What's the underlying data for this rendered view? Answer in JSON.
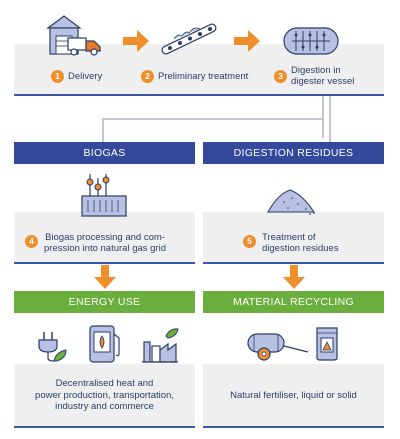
{
  "steps": {
    "delivery": {
      "num": "1",
      "label": "Delivery"
    },
    "preliminary": {
      "num": "2",
      "label": "Preliminary treatment"
    },
    "digestion": {
      "num": "3",
      "label_line1": "Digestion in",
      "label_line2": "digester vessel"
    },
    "biogas_processing": {
      "num": "4",
      "label_line1": "Biogas processing and com-",
      "label_line2": "pression into natural gas grid"
    },
    "treatment": {
      "num": "5",
      "label_line1": "Treatment of",
      "label_line2": "digestion residues"
    }
  },
  "bars": {
    "biogas": "BIOGAS",
    "digestion_residues": "DIGESTION RESIDUES",
    "energy_use": "ENERGY USE",
    "material_recycling": "MATERIAL RECYCLING"
  },
  "outcomes": {
    "energy": {
      "line1": "Decentralised heat and",
      "line2": "power production, transportation,",
      "line3": "industry and commerce"
    },
    "material": {
      "line1": "Natural fertiliser, liquid or solid"
    }
  },
  "colors": {
    "navy": "#34499b",
    "green": "#6aae3e",
    "orange": "#ee8f2c",
    "panel": "#efefef",
    "text": "#2a3d6b"
  }
}
